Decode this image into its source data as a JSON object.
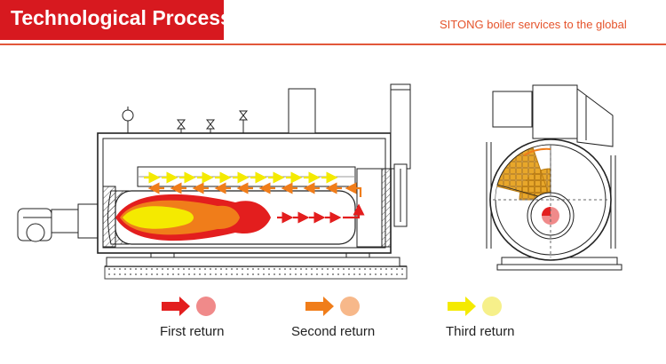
{
  "header": {
    "title": "Technological Process",
    "tagline": "SITONG boiler services to the global"
  },
  "colors": {
    "brand_red": "#d7191f",
    "first_return": "#e31e1e",
    "second_return": "#f07d1a",
    "third_return": "#f4ea00"
  },
  "legend": [
    {
      "label": "First return",
      "arrow_color": "#e31e1e",
      "dot_color": "#f08a8a"
    },
    {
      "label": "Second return",
      "arrow_color": "#f07d1a",
      "dot_color": "#f7b88a"
    },
    {
      "label": "Third return",
      "arrow_color": "#f4ea00",
      "dot_color": "#f6f08a"
    }
  ]
}
